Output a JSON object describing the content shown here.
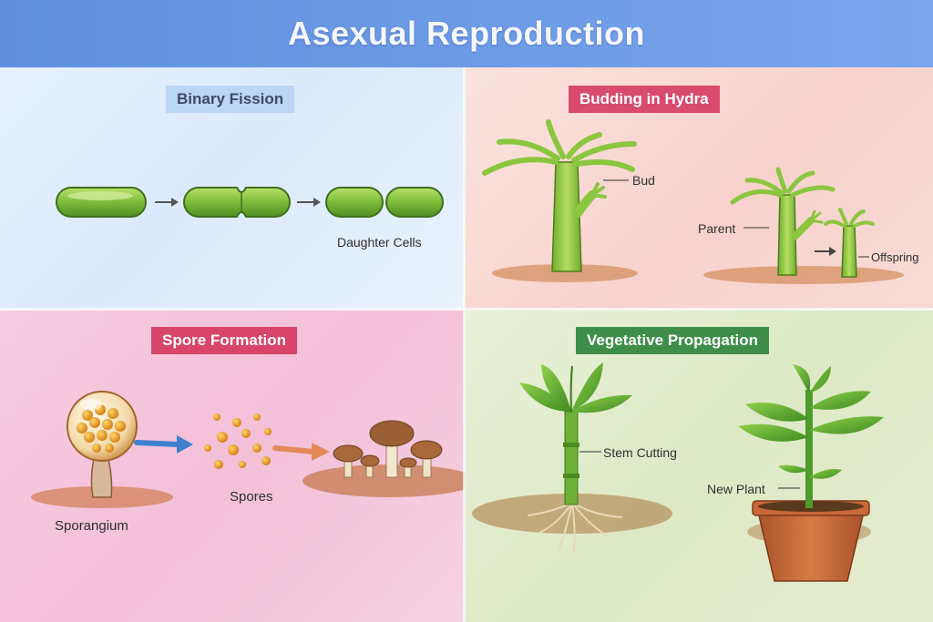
{
  "title": "Asexual Reproduction",
  "panels": {
    "binary_fission": {
      "heading": "Binary Fission",
      "labels": {
        "daughter_cells": "Daughter Cells"
      }
    },
    "budding": {
      "heading": "Budding in Hydra",
      "labels": {
        "bud": "Bud",
        "parent": "Parent",
        "offspring": "Offspring"
      }
    },
    "spore_formation": {
      "heading": "Spore Formation",
      "labels": {
        "spores": "Spores",
        "sporangium": "Sporangium"
      }
    },
    "vegetative": {
      "heading": "Vegetative Propagation",
      "labels": {
        "stem_cutting": "Stem Cutting",
        "new_plant": "New Plant"
      }
    }
  },
  "colors": {
    "header": "#6b9ae6",
    "cell_green": "#7dbb3a",
    "spore_orange": "#e39a2c",
    "leaf_green": "#4f9a2c",
    "pot": "#c8693a"
  }
}
